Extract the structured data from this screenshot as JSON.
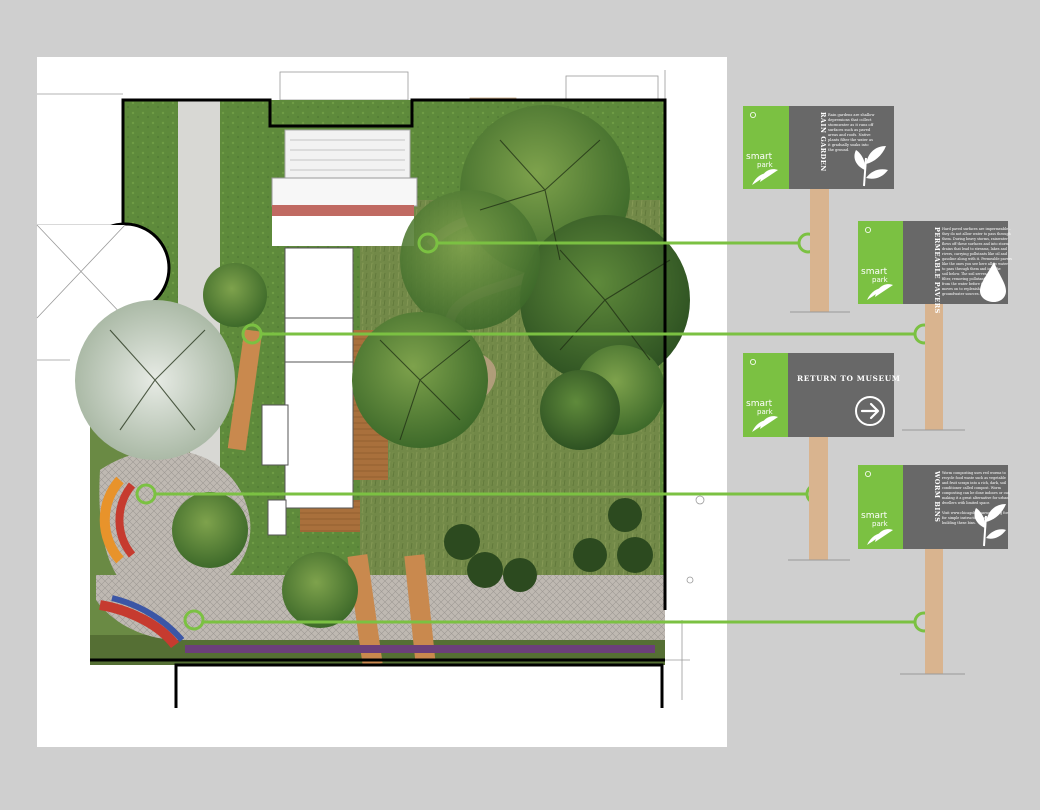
{
  "brand": {
    "word1": "smart",
    "word2": "park",
    "accent_color": "#7bc142",
    "panel_color": "#686868",
    "post_color": "#d9b48f"
  },
  "signs": [
    {
      "id": "rain-garden",
      "title": "RAIN GARDEN",
      "icon": "leaf-icon",
      "body": [
        "Rain gardens are shallow",
        "depressions that collect",
        "stormwater as it runs off",
        "surfaces such as paved",
        "areas and roofs. Native",
        "plants filter the water as",
        "it gradually soaks into",
        "the ground."
      ]
    },
    {
      "id": "permeable-pavers",
      "title": "PERMEABLE PAVERS",
      "icon": "water-drop-icon",
      "body": [
        "Hard paved surfaces are impermeable –",
        "they do not allow water to pass through",
        "them. During heavy storms, rainwater",
        "flows off these surfaces and into storm",
        "drains that lead to streams, lakes and",
        "rivers, carrying pollutants like oil and",
        "gasoline along with it. Permeable pavers",
        "like the ones you see here allow water",
        "to pass through them and into the",
        "soil below. The soil serves as a",
        "filter, removing pollutants",
        "from the water before it",
        "moves on to replenish",
        "groundwater sources."
      ]
    },
    {
      "id": "return-to-museum",
      "title": "RETURN  TO MUSEUM",
      "icon": "arrow-right-icon"
    },
    {
      "id": "worm-bins",
      "title": "WORM BINS",
      "icon": "leaf-icon",
      "body": [
        "Worm composting uses red worms to",
        "recycle food waste such as vegetable",
        "and fruit scraps into a rich, dark, soil",
        "conditioner called compost. Worm",
        "composting can be done indoors or out,",
        "making it a great alternative for urban",
        "dwellers with limited space.",
        "",
        "Visit www.chicagohumanwaste.org for",
        "for simple instructions on",
        "building these bins."
      ]
    }
  ]
}
